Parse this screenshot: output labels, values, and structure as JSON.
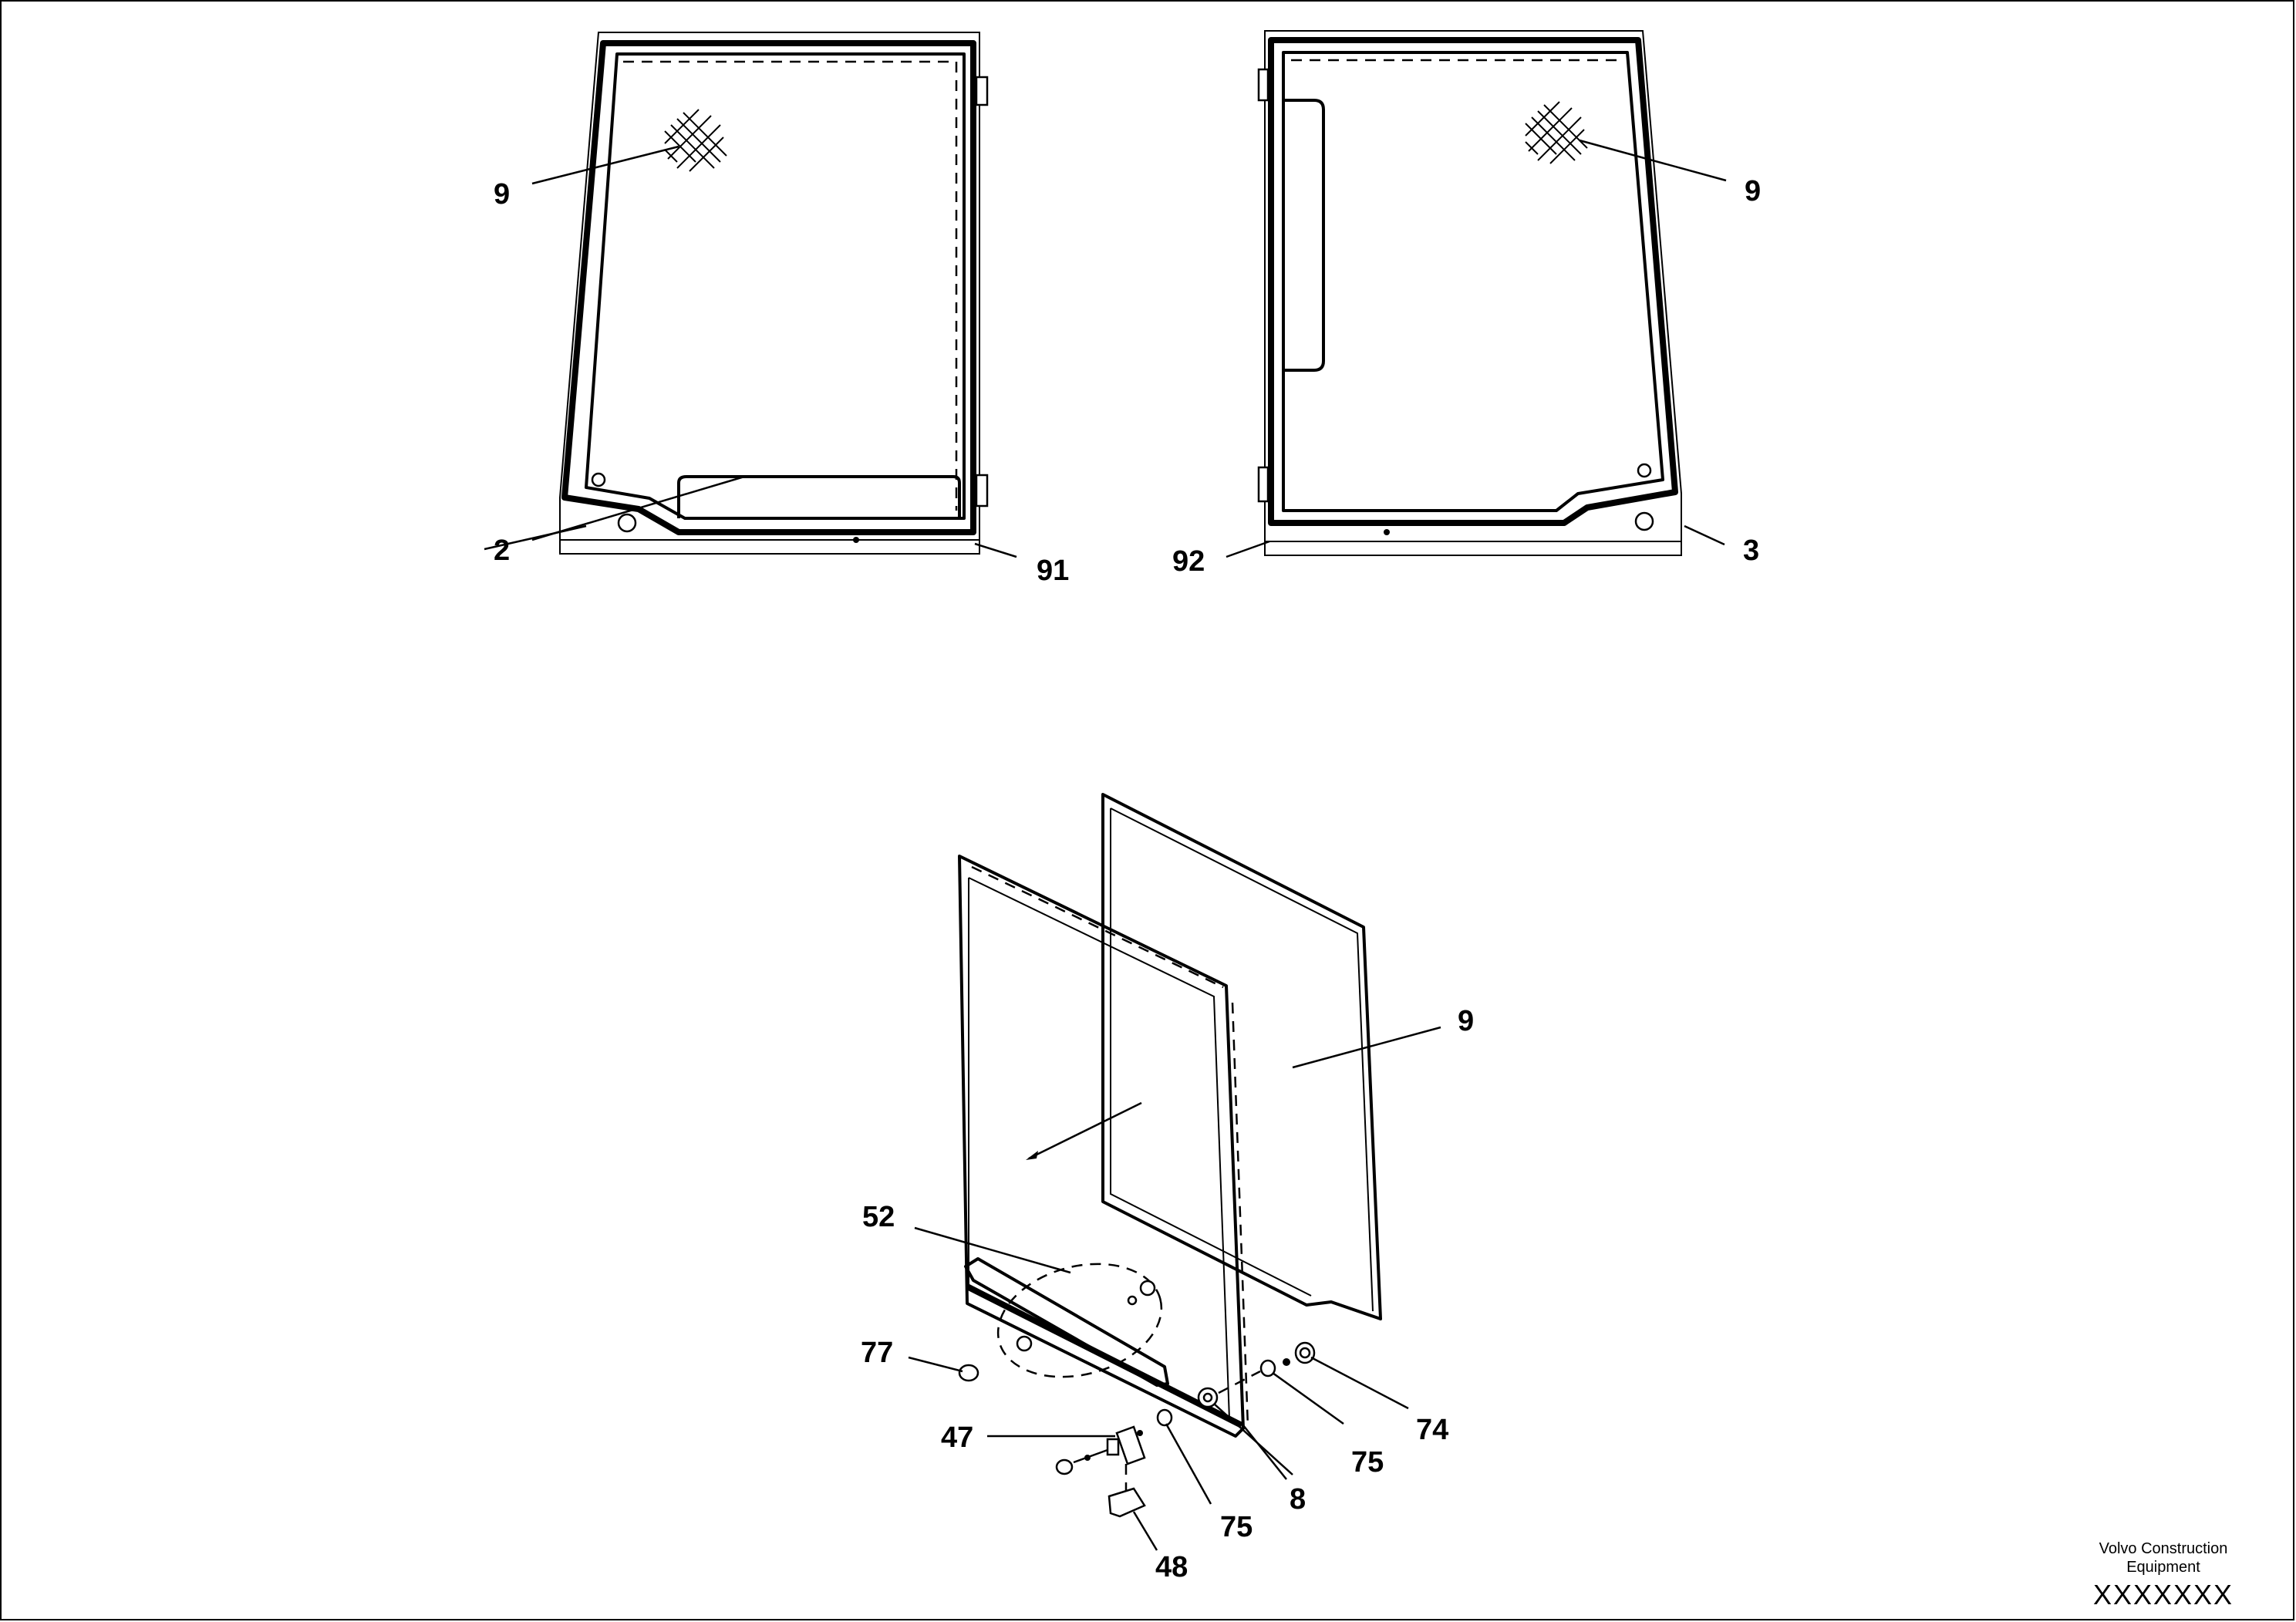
{
  "callouts": {
    "tl_9": "9",
    "tl_2": "2",
    "tl_91": "91",
    "tr_9": "9",
    "tr_92": "92",
    "tr_3": "3",
    "b_9": "9",
    "b_52": "52",
    "b_77": "77",
    "b_47": "47",
    "b_48": "48",
    "b_75a": "75",
    "b_8": "8",
    "b_75b": "75",
    "b_74": "74"
  },
  "title_block": {
    "company_line1": "Volvo Construction",
    "company_line2": "Equipment",
    "code": "XXXXXXX"
  }
}
